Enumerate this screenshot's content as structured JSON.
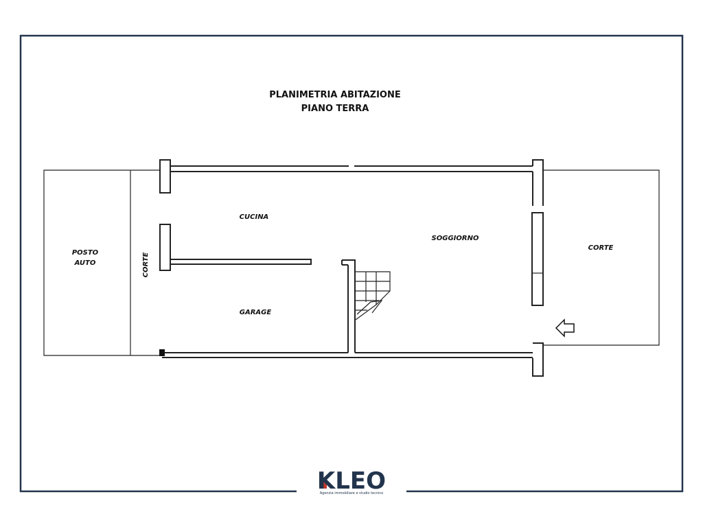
{
  "title": {
    "line1": "PLANIMETRIA ABITAZIONE",
    "line2": "PIANO TERRA"
  },
  "rooms": {
    "cucina": "CUCINA",
    "soggiorno": "SOGGIORNO",
    "garage": "GARAGE",
    "corte_left": "CORTE",
    "corte_right": "CORTE",
    "posto_auto_line1": "POSTO",
    "posto_auto_line2": "AUTO"
  },
  "logo": {
    "name": "KLEO",
    "tagline": "Agenzia immobiliare e studio tecnico"
  },
  "colors": {
    "frame": "#23344d",
    "walls": "#222222",
    "logo": "#23344d",
    "logo_accent": "#c0392b"
  },
  "icons": {
    "entrance": "entrance-arrow-icon"
  }
}
